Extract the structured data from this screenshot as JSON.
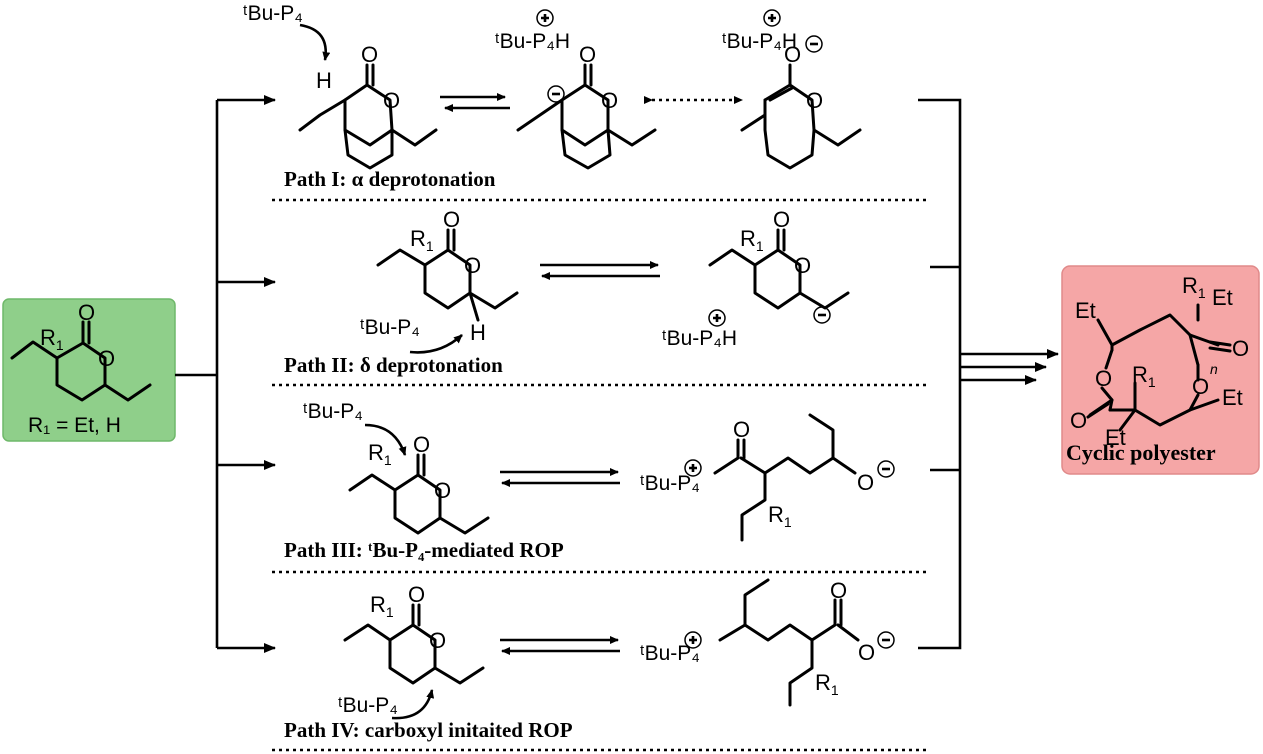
{
  "monomer": {
    "r1_definition": "R₁ = Et, H",
    "box_color": "#8fcf8a"
  },
  "base": "ᵗBu-P₄",
  "base_protonated": "ᵗBu-P₄H",
  "paths": [
    {
      "label": "Path I: α deprotonation"
    },
    {
      "label": "Path II: δ deprotonation"
    },
    {
      "label": "Path III: ᵗBu-P₄-mediated ROP"
    },
    {
      "label": "Path IV: carboxyl initaited ROP"
    }
  ],
  "product": {
    "label": "Cyclic polyester",
    "box_color": "#f5a6a6",
    "substituents": {
      "et": "Et",
      "r1": "R",
      "n": "n"
    }
  }
}
